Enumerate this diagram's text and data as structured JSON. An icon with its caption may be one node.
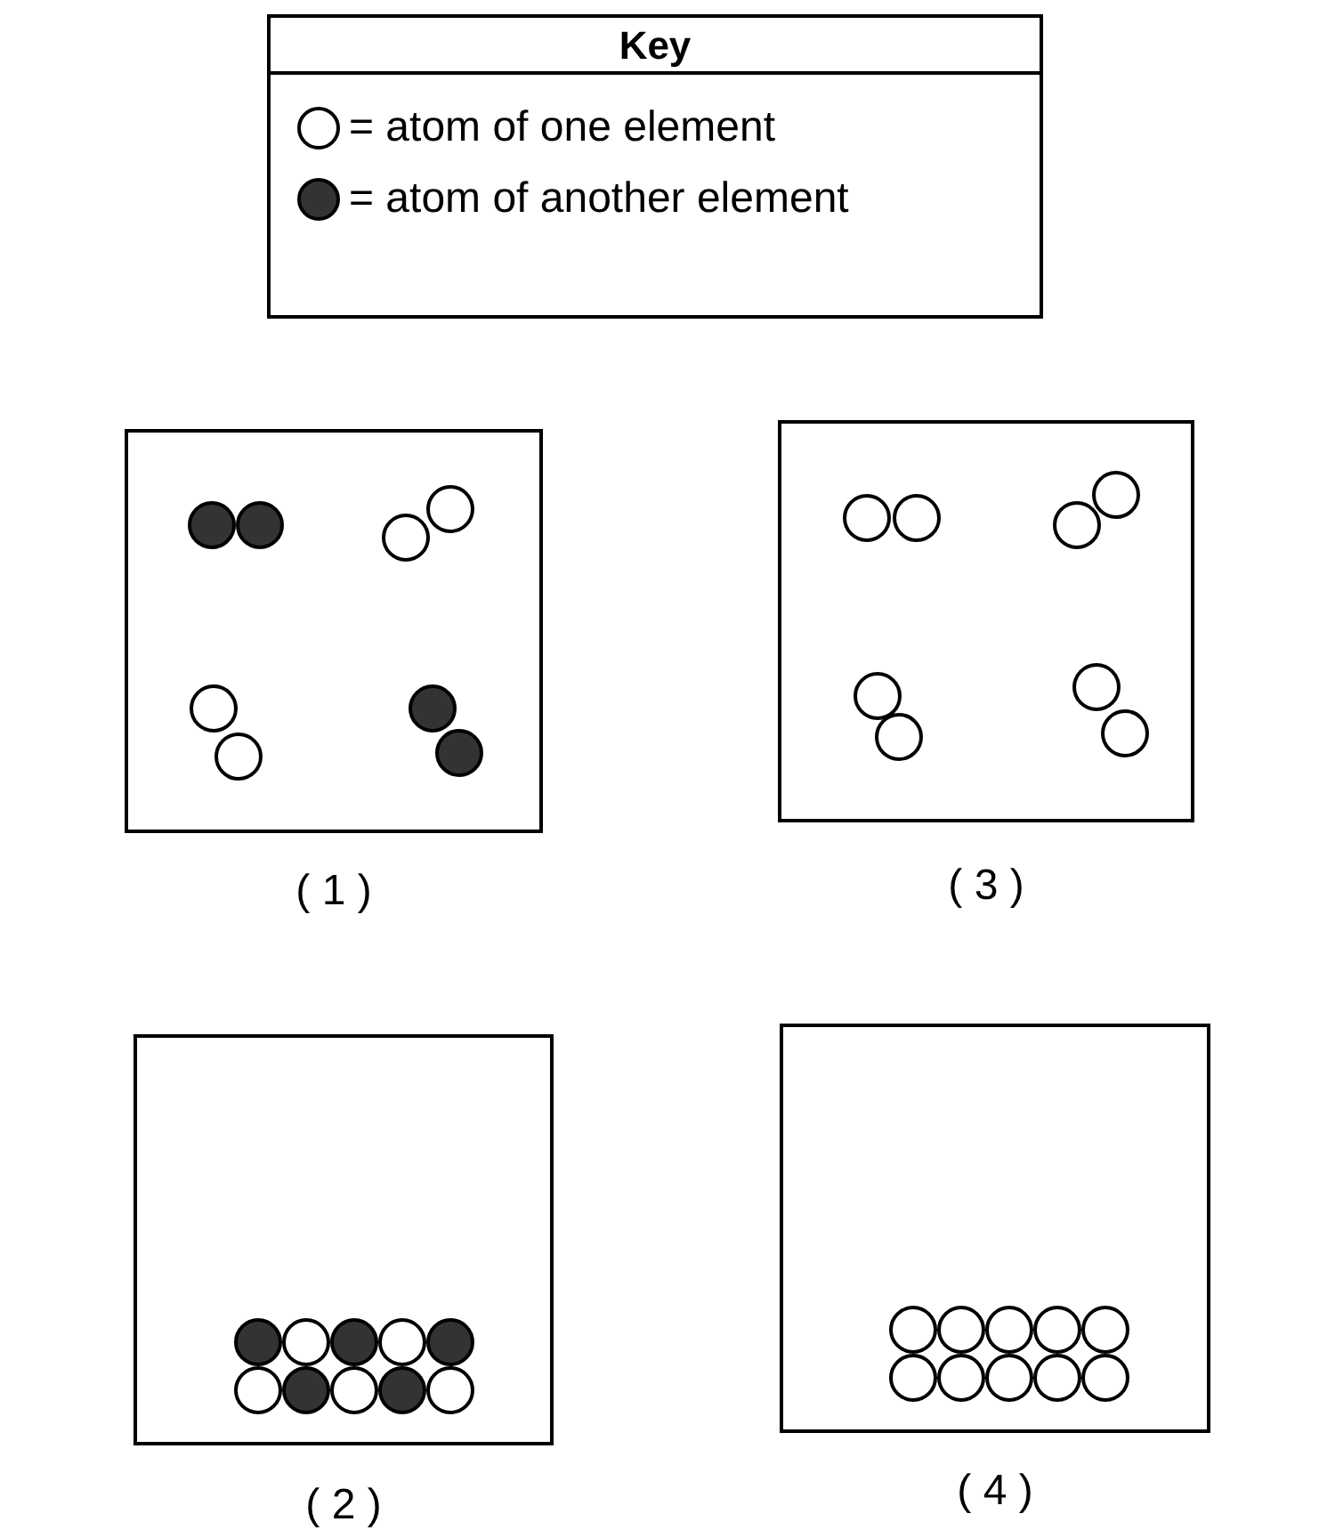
{
  "diagram": {
    "nodes": [
      {
        "text": [],
        "shape": "box",
        "beside": [
          "( 1 )"
        ]
      },
      {
        "text": [],
        "shape": "box",
        "beside": [
          "( 3 )"
        ]
      },
      {
        "text": [],
        "shape": "box",
        "beside": [
          "( 2 )"
        ]
      },
      {
        "text": [],
        "shape": "box",
        "beside": [
          "( 4 )"
        ]
      }
    ],
    "labels": [
      "Key"
    ],
    "legend": [
      {
        "text": "= atom of one element"
      },
      {
        "text": "= atom of another element",
        "color": "#333333"
      }
    ]
  }
}
